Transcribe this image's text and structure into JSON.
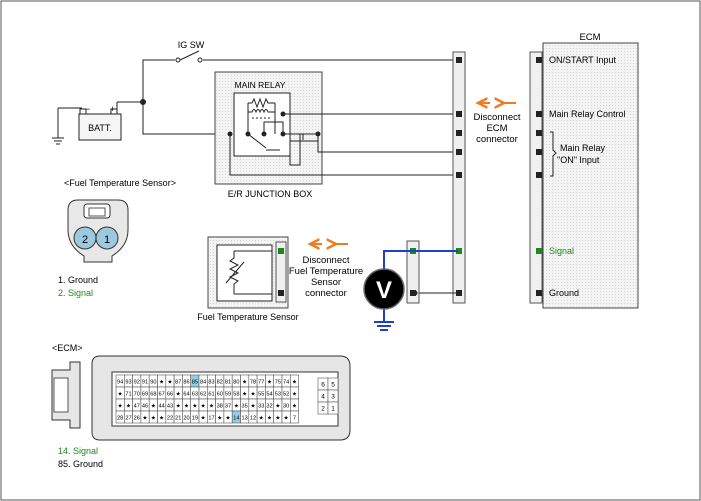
{
  "labels": {
    "ig_sw": "IG SW",
    "batt": "BATT.",
    "main_relay": "MAIN RELAY",
    "er_junction_box": "E/R JUNCTION BOX",
    "disconnect_ecm": [
      "Disconnect",
      "ECM",
      "connector"
    ],
    "ecm_title": "ECM",
    "on_start_input": "ON/START Input",
    "main_relay_control": "Main Relay Control",
    "main_relay_on_input": [
      "Main Relay",
      "\"ON\" Input"
    ],
    "signal": "Signal",
    "ground": "Ground",
    "fuel_temp_sensor_header": "<Fuel Temperature Sensor>",
    "pin_1": "1",
    "pin_2": "2",
    "pin_legend_1": "1. Ground",
    "pin_legend_2": "2. Signal",
    "disconnect_fts": [
      "Disconnect",
      "Fuel Temperature",
      "Sensor",
      "connector"
    ],
    "fuel_temp_sensor": "Fuel Temperature Sensor",
    "voltmeter": "V",
    "ecm_header": "<ECM>",
    "ecm_legend_14": "14. Signal",
    "ecm_legend_85": "85. Ground"
  },
  "ecm_connector": {
    "row1": [
      "94",
      "93",
      "92",
      "91",
      "90",
      "★",
      "★",
      "87",
      "86",
      "85",
      "84",
      "83",
      "82",
      "81",
      "80",
      "★",
      "78",
      "77",
      "★",
      "75",
      "74",
      "★"
    ],
    "row2": [
      "★",
      "71",
      "70",
      "69",
      "68",
      "67",
      "66",
      "★",
      "64",
      "63",
      "62",
      "61",
      "60",
      "59",
      "58",
      "★",
      "★",
      "55",
      "54",
      "53",
      "52",
      "★"
    ],
    "row3": [
      "★",
      "★",
      "47",
      "46",
      "★",
      "44",
      "43",
      "★",
      "★",
      "★",
      "★",
      "★",
      "38",
      "37",
      "★",
      "35",
      "★",
      "33",
      "32",
      "★",
      "30",
      "★"
    ],
    "row4": [
      "28",
      "27",
      "26",
      "★",
      "★",
      "★",
      "22",
      "21",
      "20",
      "19",
      "★",
      "17",
      "★",
      "★",
      "14",
      "13",
      "12",
      "★",
      "★",
      "★",
      "★",
      "7"
    ],
    "aux": [
      "6",
      "5",
      "4",
      "3",
      "2",
      "1"
    ],
    "highlighted": [
      "85",
      "14"
    ]
  },
  "colors": {
    "signal": "#1a8a1a",
    "voltmeter_lead": "#1f3fd0",
    "arrow": "#f07a20",
    "highlight": "#8fd0e8"
  }
}
